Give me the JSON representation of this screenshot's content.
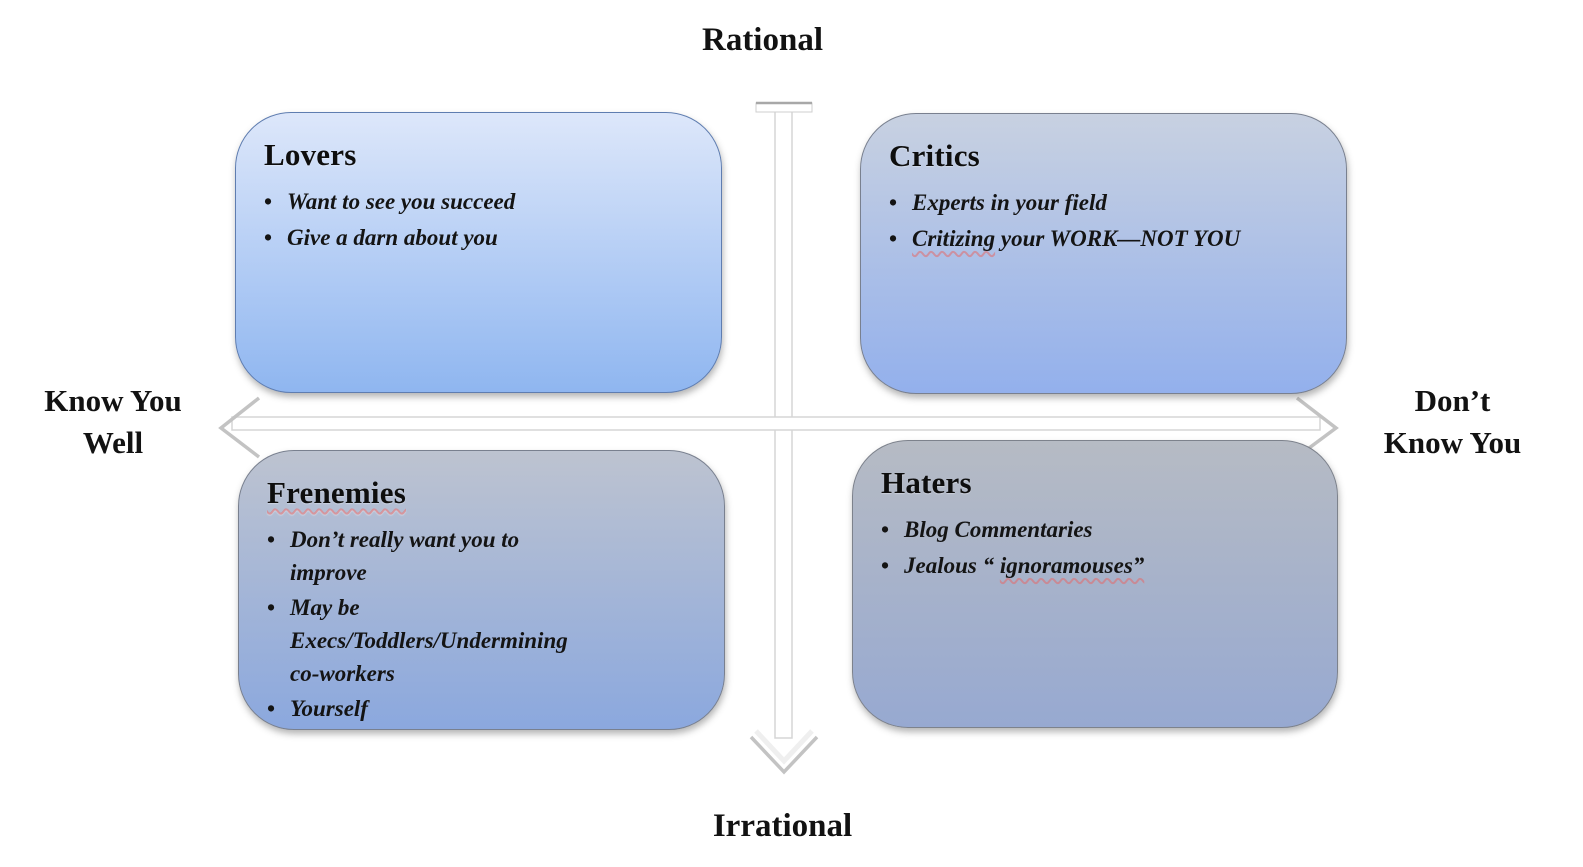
{
  "diagram": {
    "type": "2x2-quadrant-matrix",
    "axes": {
      "top_label": "Rational",
      "bottom_label": "Irrational",
      "left_label": "Know You\nWell",
      "right_label": "Don’t\nKnow You"
    }
  },
  "quadrants": {
    "lovers": {
      "title": "Lovers",
      "bullets": [
        "Want to see you succeed",
        "Give a darn about you"
      ]
    },
    "critics": {
      "title": "Critics",
      "bullet1": "Experts in your field",
      "bullet2_misspelled": "Critizing",
      "bullet2_rest": " your WORK—NOT YOU"
    },
    "frenemies": {
      "title": "Frenemies",
      "bullets": [
        "Don’t really want you to\nimprove",
        "May be\nExecs/Toddlers/Undermining\nco-workers",
        "Yourself"
      ]
    },
    "haters": {
      "title": "Haters",
      "bullet1": "Blog Commentaries",
      "bullet2_pre": "Jealous “ ",
      "bullet2_misspelled": "ignoramouses”"
    }
  },
  "bullet_glyph": "•",
  "colors": {
    "lovers_gradient": [
      "#dde7fa",
      "#8fb6f0"
    ],
    "critics_gradient": [
      "#c8d1e1",
      "#93b0ec"
    ],
    "frenemies_gradient": [
      "#bdc3d0",
      "#8ba8de"
    ],
    "haters_gradient": [
      "#b6bbc4",
      "#97a9d1"
    ],
    "text": "#141414",
    "spellcheck_underline": "#e46969",
    "axis_line_edge": "#cccccc"
  }
}
